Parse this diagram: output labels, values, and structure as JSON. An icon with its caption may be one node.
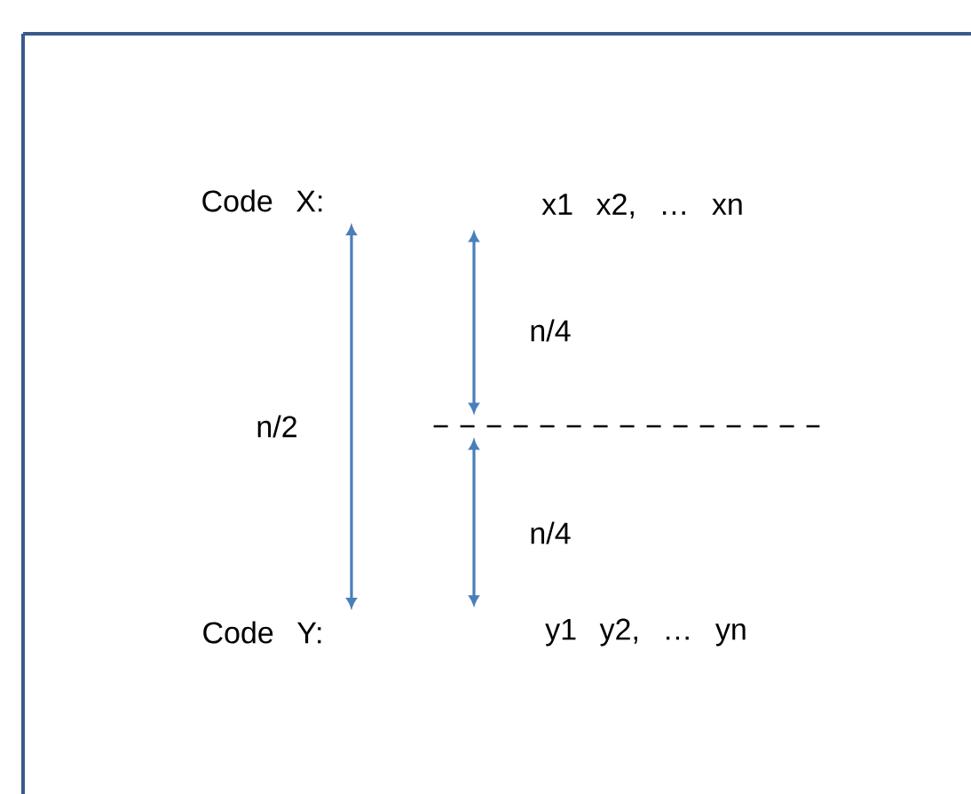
{
  "diagram": {
    "nodes": [
      {
        "text": [
          "Code X:"
        ]
      },
      {
        "text": [
          "x1 x2, … xn"
        ]
      },
      {
        "text": [],
        "shape": "line"
      },
      {
        "text": [
          "Code Y:"
        ]
      },
      {
        "text": [
          "y1 y2, … yn"
        ]
      }
    ],
    "edges": [
      {
        "from": 0,
        "to": 3,
        "arrow": "both",
        "label": "n/2"
      },
      {
        "from": 1,
        "to": 2,
        "arrow": "both",
        "label": "n/4"
      },
      {
        "from": 2,
        "to": 4,
        "arrow": "both",
        "label": "n/4"
      }
    ]
  }
}
